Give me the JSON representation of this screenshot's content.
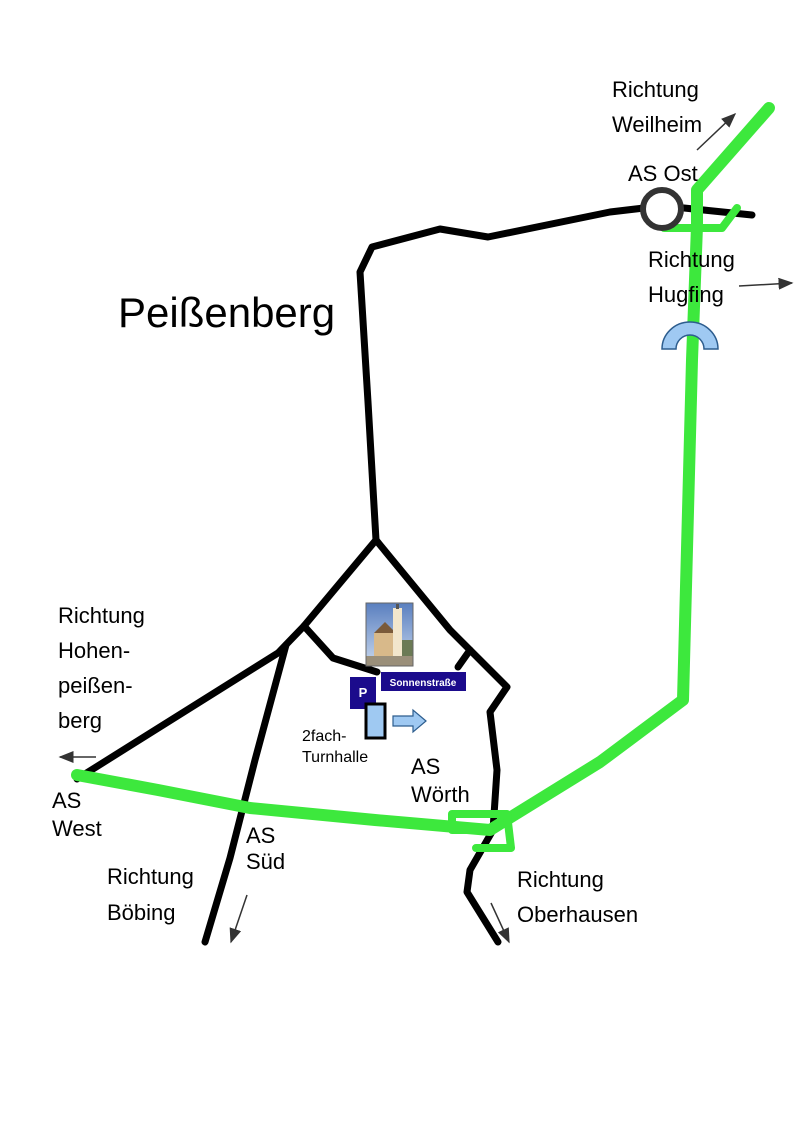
{
  "town": "Peißenberg",
  "directions": {
    "weilheim": [
      "Richtung",
      "Weilheim"
    ],
    "hugfing": [
      "Richtung",
      "Hugfing"
    ],
    "hohenpeissenberg": [
      "Richtung",
      "Hohen-",
      "peißen-",
      "berg"
    ],
    "boebing": [
      "Richtung",
      "Böbing"
    ],
    "oberhausen": [
      "Richtung",
      "Oberhausen"
    ]
  },
  "exits": {
    "ost": [
      "AS Ost"
    ],
    "west": [
      "AS",
      "West"
    ],
    "sued": [
      "AS",
      "Süd"
    ],
    "woerth": [
      "AS",
      "Wörth"
    ]
  },
  "parking": {
    "symbol": "P",
    "street": "Sonnenstraße"
  },
  "venue": [
    "2fach-",
    "Turnhalle"
  ],
  "colors": {
    "road": "#000000",
    "route": "#3de83d",
    "building": "#9fc9f2",
    "sign": "#1b0b8c",
    "roundabout": "#333333"
  },
  "icons": [
    "church-photo-icon",
    "arrow-right-icon",
    "bridge-icon",
    "roundabout-icon",
    "parking-icon"
  ]
}
